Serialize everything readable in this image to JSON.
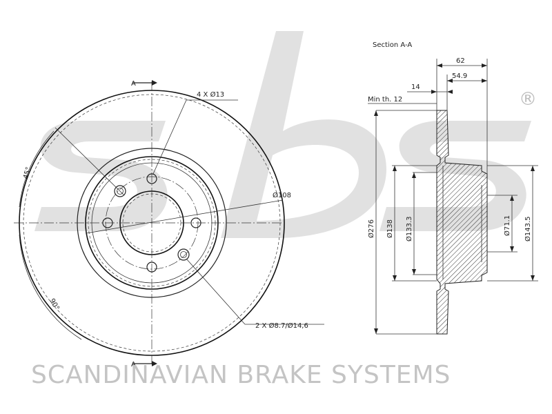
{
  "watermark": {
    "logo": "sbs",
    "registered": "®",
    "color": "#bdbdbd"
  },
  "brand": {
    "tagline": "SCANDINAVIAN BRAKE SYSTEMS",
    "color": "#c4c4c4"
  },
  "front_view": {
    "section_marker_top": "A",
    "section_marker_bottom": "A",
    "angle_45": "45°",
    "angle_90": "90°",
    "bolt_holes": "4 X Ø13",
    "pcd": "Ø108",
    "locating_holes": "2 X Ø8.7/Ø14,6"
  },
  "section_view": {
    "title": "Section A-A",
    "dim_62": "62",
    "dim_54_9": "54.9",
    "dim_14": "14",
    "min_thickness": "Min th. 12",
    "dia_276": "Ø276",
    "dia_138": "Ø138",
    "dia_133_3": "Ø133.3",
    "dia_71_1": "Ø71.1",
    "dia_143_5": "Ø143.5"
  }
}
